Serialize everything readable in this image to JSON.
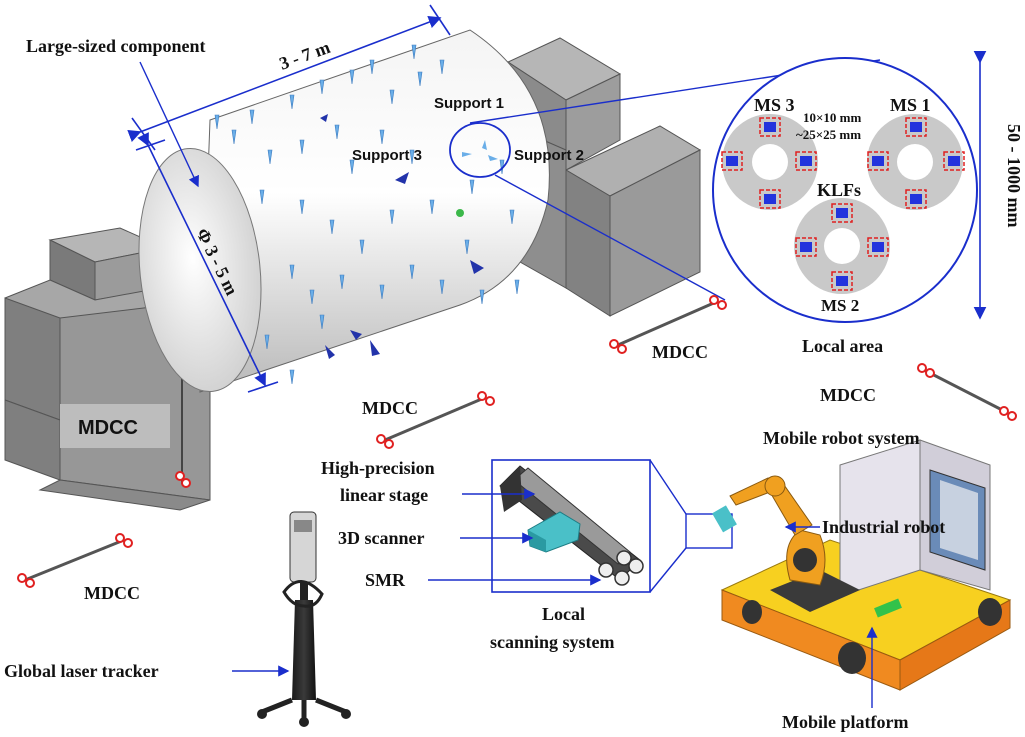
{
  "labels": {
    "large_component": "Large-sized component",
    "length_dim": "3 - 7 m",
    "diameter_dim": "Φ 3 - 5 m",
    "support1": "Support 1",
    "support2": "Support 2",
    "support3": "Support 3",
    "ms1": "MS 1",
    "ms2": "MS 2",
    "ms3": "MS 3",
    "klfs": "KLFs",
    "size_small": "10×10 mm",
    "size_large": "~25×25 mm",
    "local_range": "50 - 1000 mm",
    "local_area": "Local area",
    "mdcc_box": "MDCC",
    "mdcc_center": "MDCC",
    "mdcc_right_mid": "MDCC",
    "mdcc_right": "MDCC",
    "mdcc_bottom_left": "MDCC",
    "mobile_robot_system": "Mobile robot system",
    "industrial_robot": "Industrial robot",
    "mobile_platform": "Mobile platform",
    "linear_stage_1": "High-precision",
    "linear_stage_2": "linear stage",
    "scanner_3d": "3D scanner",
    "smr": "SMR",
    "local_scanning_1": "Local",
    "local_scanning_2": "scanning system",
    "laser_tracker": "Global laser tracker"
  },
  "colors": {
    "annotation_blue": "#1a2ecc",
    "marker_red": "#e02020",
    "target_blue": "#2233dd",
    "robot_orange": "#f0a020",
    "platform_yellow": "#f7d020",
    "block_gray": "#8e8e8e"
  }
}
